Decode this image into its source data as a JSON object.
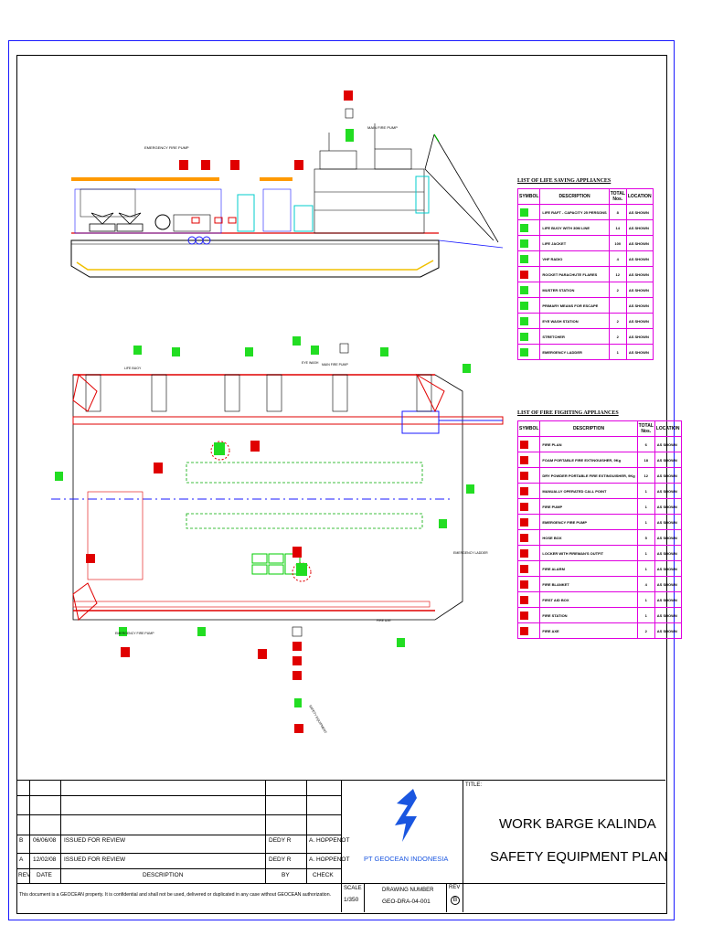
{
  "lsa_table": {
    "title": "LIST OF LIFE SAVING APPLIANCES",
    "headers": {
      "symbol": "SYMBOL",
      "description": "DESCRIPTION",
      "total": "TOTAL Nos.",
      "location": "LOCATION"
    },
    "rows": [
      {
        "desc": "LIFE RAFT - CAPACITY 25 PERSONS",
        "total": "8",
        "loc": "AS SHOWN",
        "color": "#22dd22"
      },
      {
        "desc": "LIFE BUOY WITH 30M LINE",
        "total": "14",
        "loc": "AS SHOWN",
        "color": "#22dd22"
      },
      {
        "desc": "LIFE JACKET",
        "total": "100",
        "loc": "AS SHOWN",
        "color": "#22dd22"
      },
      {
        "desc": "VHF RADIO",
        "total": "4",
        "loc": "AS SHOWN",
        "color": "#22dd22"
      },
      {
        "desc": "ROCKET PARACHUTE FLARES",
        "total": "12",
        "loc": "AS SHOWN",
        "color": "#e00000"
      },
      {
        "desc": "MUSTER STATION",
        "total": "2",
        "loc": "AS SHOWN",
        "color": "#22dd22"
      },
      {
        "desc": "PRIMARY MEANS FOR ESCAPE",
        "total": "",
        "loc": "AS SHOWN",
        "color": "#22dd22"
      },
      {
        "desc": "EYE WASH STATION",
        "total": "2",
        "loc": "AS SHOWN",
        "color": "#22dd22"
      },
      {
        "desc": "STRETCHER",
        "total": "2",
        "loc": "AS SHOWN",
        "color": "#22dd22"
      },
      {
        "desc": "EMERGENCY LADDER",
        "total": "1",
        "loc": "AS SHOWN",
        "color": "#22dd22"
      }
    ]
  },
  "ffa_table": {
    "title": "LIST OF FIRE FIGHTING APPLIANCES",
    "headers": {
      "symbol": "SYMBOL",
      "description": "DESCRIPTION",
      "total": "TOTAL Nos.",
      "location": "LOCATION"
    },
    "rows": [
      {
        "desc": "FIRE PLAN",
        "total": "6",
        "loc": "AS SHOWN",
        "color": "#e00000"
      },
      {
        "desc": "FOAM PORTABLE FIRE EXTINGUISHER, 9Kg",
        "total": "18",
        "loc": "AS SHOWN",
        "color": "#e00000"
      },
      {
        "desc": "DRY POWDER PORTABLE FIRE EXTINGUISHER, 9Kg",
        "total": "12",
        "loc": "AS SHOWN",
        "color": "#e00000"
      },
      {
        "desc": "MANUALLY OPERATED CALL POINT",
        "total": "1",
        "loc": "AS SHOWN",
        "color": "#e00000"
      },
      {
        "desc": "FIRE PUMP",
        "total": "1",
        "loc": "AS SHOWN",
        "color": "#e00000"
      },
      {
        "desc": "EMERGENCY FIRE PUMP",
        "total": "1",
        "loc": "AS SHOWN",
        "color": "#e00000"
      },
      {
        "desc": "HOSE BOX",
        "total": "5",
        "loc": "AS SHOWN",
        "color": "#e00000"
      },
      {
        "desc": "LOCKER WITH FIREMAN'S OUTFIT",
        "total": "1",
        "loc": "AS SHOWN",
        "color": "#e00000"
      },
      {
        "desc": "FIRE ALARM",
        "total": "1",
        "loc": "AS SHOWN",
        "color": "#e00000"
      },
      {
        "desc": "FIRE BLANKET",
        "total": "4",
        "loc": "AS SHOWN",
        "color": "#e00000"
      },
      {
        "desc": "FIRST AID BOX",
        "total": "1",
        "loc": "AS SHOWN",
        "color": "#e00000"
      },
      {
        "desc": "FIRE STATION",
        "total": "1",
        "loc": "AS SHOWN",
        "color": "#e00000"
      },
      {
        "desc": "FIRE AXE",
        "total": "2",
        "loc": "AS SHOWN",
        "color": "#e00000"
      }
    ]
  },
  "elevation_labels": {
    "emergency_fire_pump": "EMERGENCY FIRE PUMP",
    "main_fire_pump": "MAIN FIRE PUMP"
  },
  "plan_labels": {
    "life_buoy": "LIFE BUOY",
    "eye_wash": "EYE WASH",
    "main_fire_pump": "MAIN FIRE PUMP",
    "emergency_fire_pump": "EMERGENCY FIRE PUMP",
    "emergency_ladder": "EMERGENCY LADDER",
    "fire_axe": "FIRE AXE",
    "safety_equipment": "SAFETY EQUIPMENT"
  },
  "revisions": [
    {
      "rev": "B",
      "date": "06/06/08",
      "desc": "ISSUED FOR REVIEW",
      "by": "DEDY R",
      "check": "A. HOPPENOT"
    },
    {
      "rev": "A",
      "date": "12/02/08",
      "desc": "ISSUED FOR REVIEW",
      "by": "DEDY R",
      "check": "A. HOPPENOT"
    }
  ],
  "rev_headers": {
    "rev": "REV",
    "date": "DATE",
    "desc": "DESCRIPTION",
    "by": "BY",
    "check": "CHECK"
  },
  "disclaimer": "This document is a GEOCEAN property. It is confidential and shall not be used, delivered or duplicated in any case without GEOCEAN authorization.",
  "company": "PT GEOCEAN INDONESIA",
  "brand_color": "#1a56e0",
  "title_label": "TITLE:",
  "title_line1": "WORK BARGE KALINDA",
  "title_line2": "SAFETY EQUIPMENT PLAN",
  "scale_label": "SCALE",
  "scale_value": "1/350",
  "drawing_number_label": "DRAWING NUMBER",
  "drawing_number": "GEO-DRA-04-001",
  "rev_label": "REV",
  "rev_value": "B"
}
